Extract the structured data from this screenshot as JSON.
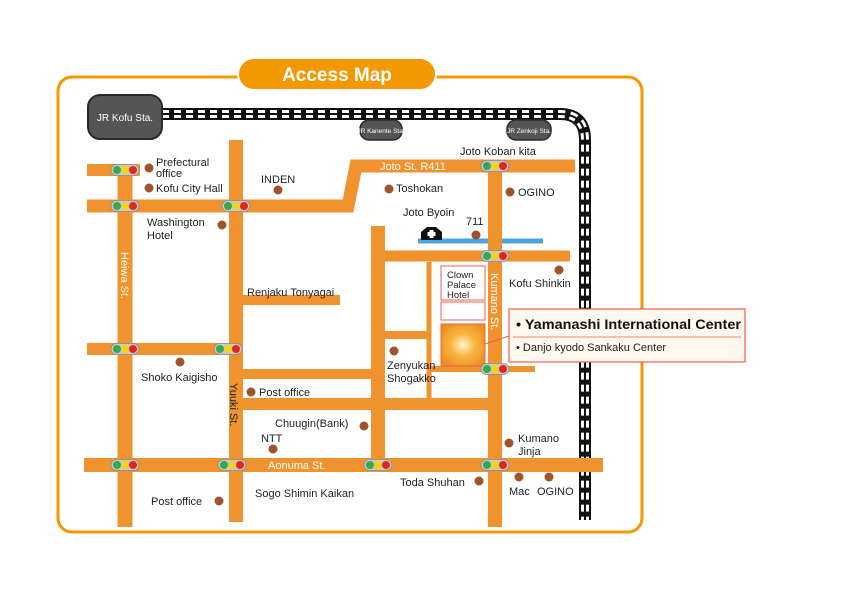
{
  "title": "Access Map",
  "stations": {
    "kofu": "JR Kofu Sta.",
    "kanente": "JR Kanente Sta.",
    "zenkoji": "JR Zenkoji Sta."
  },
  "streets": {
    "joto_r411": "Joto St. R411",
    "heiwa": "Heiwa St.",
    "yuuki": "Yuuki St.",
    "kumano": "Kumano St.",
    "aonuma": "Aonuma St."
  },
  "landmarks": {
    "prefectural_office": "Prefectural office",
    "kofu_city_hall": "Kofu City Hall",
    "inden": "INDEN",
    "washington_hotel": "Washington Hotel",
    "toshokan": "Toshokan",
    "joto_koban_kita": "Joto Koban kita",
    "ogino_north": "OGINO",
    "joto_byoin": "Joto Byoin",
    "seven_eleven": "711",
    "kofu_shinkin": "Kofu Shinkin",
    "renjaku_tonyagai": "Renjaku Tonyagai",
    "clown_palace_hotel": "Clown Palace Hotel",
    "shoko_kaigisho": "Shoko Kaigisho",
    "zenyukan_shogakko": "Zenyukan Shogakko",
    "post_office_center": "Post office",
    "chuugin_bank": "Chuugin(Bank)",
    "ntt": "NTT",
    "kumano_jinja": "Kumano Jinja",
    "post_office_south": "Post office",
    "sogo_shimin_kaikan": "Sogo Shimin Kaikan",
    "toda_shuhan": "Toda Shuhan",
    "mac": "Mac",
    "ogino_south": "OGINO"
  },
  "callout": {
    "main": "• Yamanashi International Center",
    "sub": "• Danjo kyodo Sankaku Center"
  },
  "colors": {
    "frame": "#f39800",
    "road": "#f0922e",
    "poi": "#a0522d",
    "river": "#4fa3dc",
    "callout_bg": "#fff8ef",
    "callout_border": "#e8604c"
  }
}
